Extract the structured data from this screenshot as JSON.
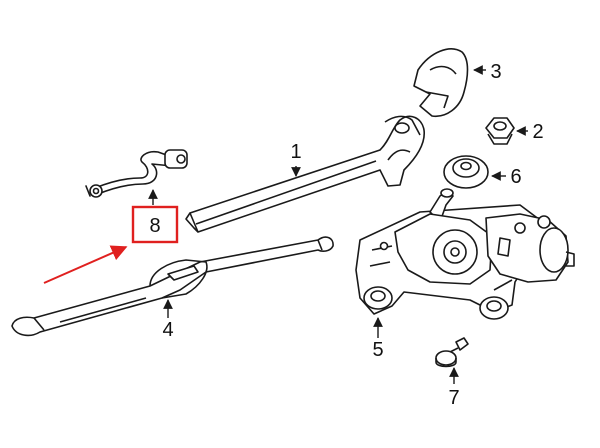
{
  "diagram": {
    "callouts": [
      {
        "id": "1",
        "label": "1",
        "part": "wiper-arm"
      },
      {
        "id": "2",
        "label": "2",
        "part": "nut"
      },
      {
        "id": "3",
        "label": "3",
        "part": "arm-cover"
      },
      {
        "id": "4",
        "label": "4",
        "part": "wiper-blade"
      },
      {
        "id": "5",
        "label": "5",
        "part": "wiper-motor"
      },
      {
        "id": "6",
        "label": "6",
        "part": "grommet"
      },
      {
        "id": "7",
        "label": "7",
        "part": "bolt"
      },
      {
        "id": "8",
        "label": "8",
        "part": "washer-hose",
        "highlighted": true
      }
    ]
  },
  "colors": {
    "line": "#1a1a1a",
    "highlight": "#e0201f",
    "background": "#ffffff"
  },
  "icons": {
    "pointer": "red-arrow-icon"
  }
}
